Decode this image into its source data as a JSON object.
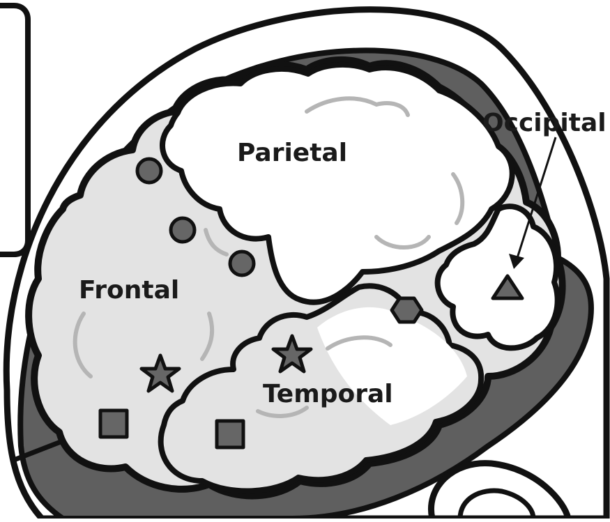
{
  "labels": {
    "parietal": "Parietal",
    "occipital": "Occipital",
    "frontal": "Frontal",
    "temporal": "Temporal"
  },
  "colors": {
    "outline": "#111111",
    "skull_shading": "#5f5f5f",
    "light_lobe": "#e3e3e3",
    "white_lobe": "#ffffff",
    "marker": "#666666",
    "wrinkle": "#b5b5b5"
  },
  "markers": [
    {
      "shape": "circle",
      "lobe": "frontal-parietal border"
    },
    {
      "shape": "circle",
      "lobe": "frontal-parietal border"
    },
    {
      "shape": "circle",
      "lobe": "frontal-parietal border"
    },
    {
      "shape": "star",
      "lobe": "frontal"
    },
    {
      "shape": "star",
      "lobe": "temporal"
    },
    {
      "shape": "square",
      "lobe": "frontal"
    },
    {
      "shape": "square",
      "lobe": "temporal"
    },
    {
      "shape": "hexagon",
      "lobe": "temporal"
    },
    {
      "shape": "triangle",
      "lobe": "occipital"
    }
  ]
}
